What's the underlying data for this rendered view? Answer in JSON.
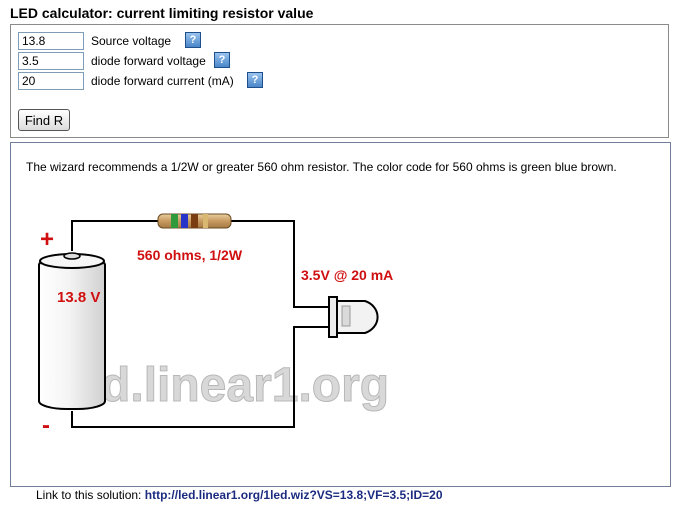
{
  "page_title": "LED calculator: current limiting resistor value",
  "form": {
    "source_voltage": {
      "value": "13.8",
      "label": "Source voltage"
    },
    "diode_voltage": {
      "value": "3.5",
      "label": "diode forward voltage"
    },
    "diode_current": {
      "value": "20",
      "label": "diode forward current (mA)"
    },
    "help_glyph": "?",
    "find_button": "Find R"
  },
  "result": {
    "text": "The wizard recommends a 1/2W or greater 560 ohm resistor. The color code for 560 ohms is green blue brown.",
    "diagram": {
      "plus": "+",
      "minus": "-",
      "battery_label": "13.8 V",
      "resistor_label": "560 ohms, 1/2W",
      "led_label": "3.5V @ 20 mA",
      "watermark": "led.linear1.org",
      "resistor_bands": [
        "#2e9a3c",
        "#2533c8",
        "#7a3d12"
      ],
      "label_color": "#d01010"
    }
  },
  "footer": {
    "prefix": "Link to this solution:",
    "link_text": "http://led.linear1.org/1led.wiz?VS=13.8;VF=3.5;ID=20"
  }
}
